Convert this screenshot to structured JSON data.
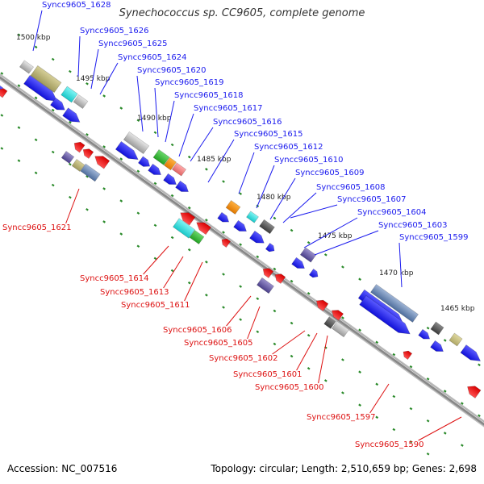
{
  "title": "Synechococcus sp. CC9605, complete genome",
  "accession_text": "Accession: NC_007516",
  "stats_text": "Topology: circular; Length: 2,510,659 bp; Genes: 2,698",
  "colors": {
    "forward_strand": "#1a1aee",
    "reverse_strand": "#ee1111",
    "backbone": "#888888",
    "ruler_tick": "#2a8a2a",
    "forward_label": "#1a1aee",
    "reverse_label": "#dd1111"
  },
  "position_ticks": [
    "1500 kbp",
    "1495 kbp",
    "1490 kbp",
    "1485 kbp",
    "1480 kbp",
    "1475 kbp",
    "1470 kbp",
    "1465 kbp"
  ],
  "forward_genes": [
    "Syncc9605_1628",
    "Syncc9605_1626",
    "Syncc9605_1625",
    "Syncc9605_1624",
    "Syncc9605_1620",
    "Syncc9605_1619",
    "Syncc9605_1618",
    "Syncc9605_1617",
    "Syncc9605_1616",
    "Syncc9605_1615",
    "Syncc9605_1612",
    "Syncc9605_1610",
    "Syncc9605_1609",
    "Syncc9605_1608",
    "Syncc9605_1607",
    "Syncc9605_1604",
    "Syncc9605_1603",
    "Syncc9605_1599"
  ],
  "reverse_genes": [
    "Syncc9605_1621",
    "Syncc9605_1614",
    "Syncc9605_1613",
    "Syncc9605_1611",
    "Syncc9605_1606",
    "Syncc9605_1605",
    "Syncc9605_1602",
    "Syncc9605_1601",
    "Syncc9605_1600",
    "Syncc9605_1597",
    "Syncc9605_1590"
  ]
}
